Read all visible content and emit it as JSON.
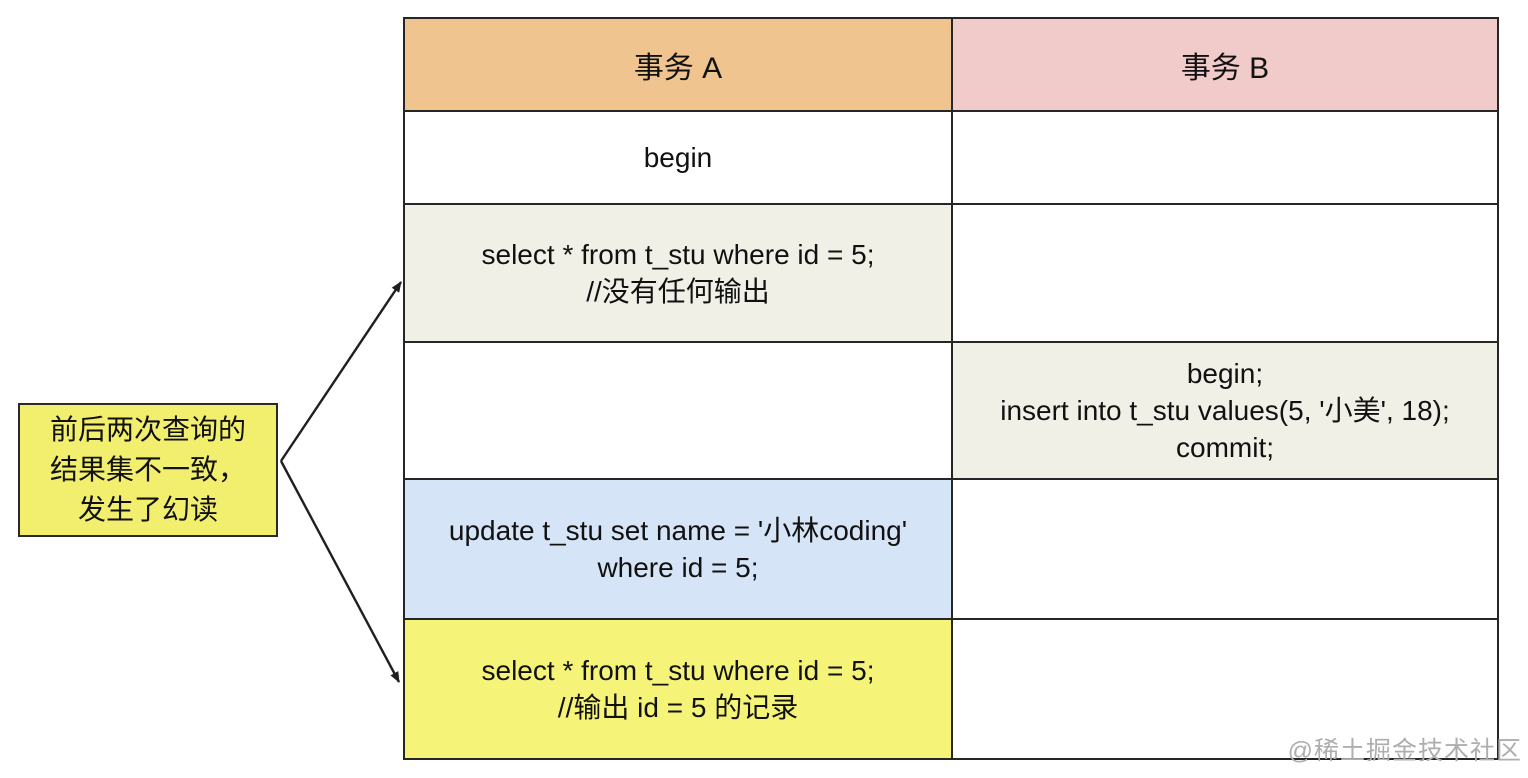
{
  "callout": {
    "line1": "前后两次查询的",
    "line2": "结果集不一致，",
    "line3": "发生了幻读"
  },
  "table": {
    "header_a": "事务 A",
    "header_b": "事务 B",
    "rows": [
      {
        "a": "begin",
        "b": ""
      },
      {
        "a": "select * from t_stu where id = 5;\n//没有任何输出",
        "b": ""
      },
      {
        "a": "",
        "b": "begin;\ninsert into t_stu values(5, '小美', 18);\ncommit;"
      },
      {
        "a": "update t_stu set name = '小林coding'\nwhere id = 5;",
        "b": ""
      },
      {
        "a": "select * from t_stu where id = 5;\n//输出 id = 5 的记录",
        "b": ""
      }
    ]
  },
  "watermark": "@稀土掘金技术社区",
  "colors": {
    "header_a_bg": "#f0c48e",
    "header_b_bg": "#f1caca",
    "beige_bg": "#f1f0e7",
    "blue_bg": "#d6e4f7",
    "yellow_bg": "#f6f478",
    "callout_bg": "#f2ef6e",
    "border": "#262626",
    "arrow": "#1f1f1f"
  }
}
